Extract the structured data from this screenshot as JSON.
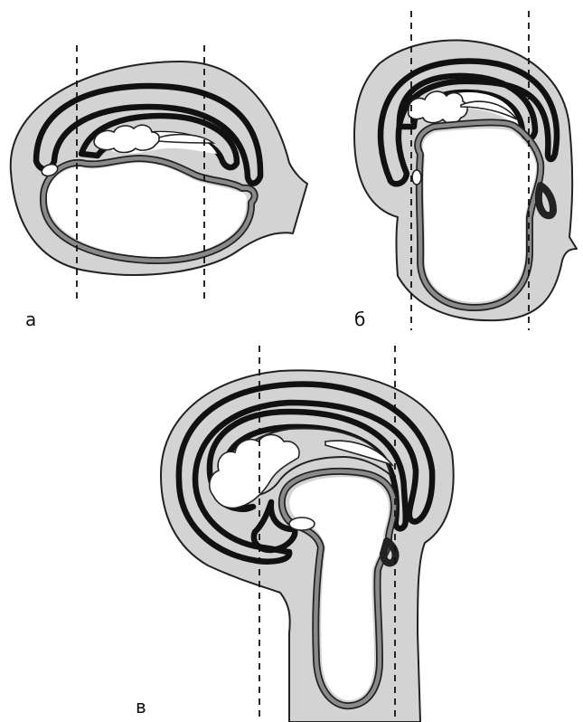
{
  "panels": [
    {
      "label": "а"
    },
    {
      "label": "б"
    },
    {
      "label": "в"
    }
  ],
  "colors": {
    "tissue": "#d3d3d3",
    "ink": "#111111",
    "band": "#8a8a8a",
    "outline": "#222222"
  }
}
